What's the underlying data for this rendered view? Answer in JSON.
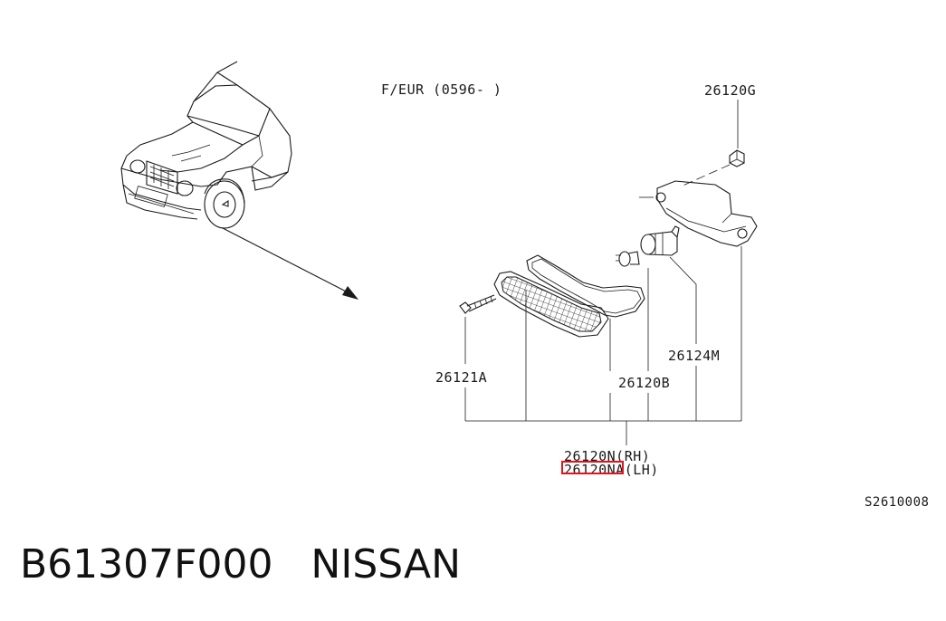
{
  "diagram": {
    "variant_label": "F/EUR (0596-    )",
    "parts": {
      "p26120G": "26120G",
      "p26124M": "26124M",
      "p26121A": "26121A",
      "p26120B": "26120B",
      "p26120N": "26120N(RH)",
      "p26120NA": "26120NA(LH)"
    },
    "ref_code": "S2610008",
    "highlight_color": "#e8111b"
  },
  "footer": {
    "part_number": "B61307F000",
    "brand": "NISSAN"
  }
}
